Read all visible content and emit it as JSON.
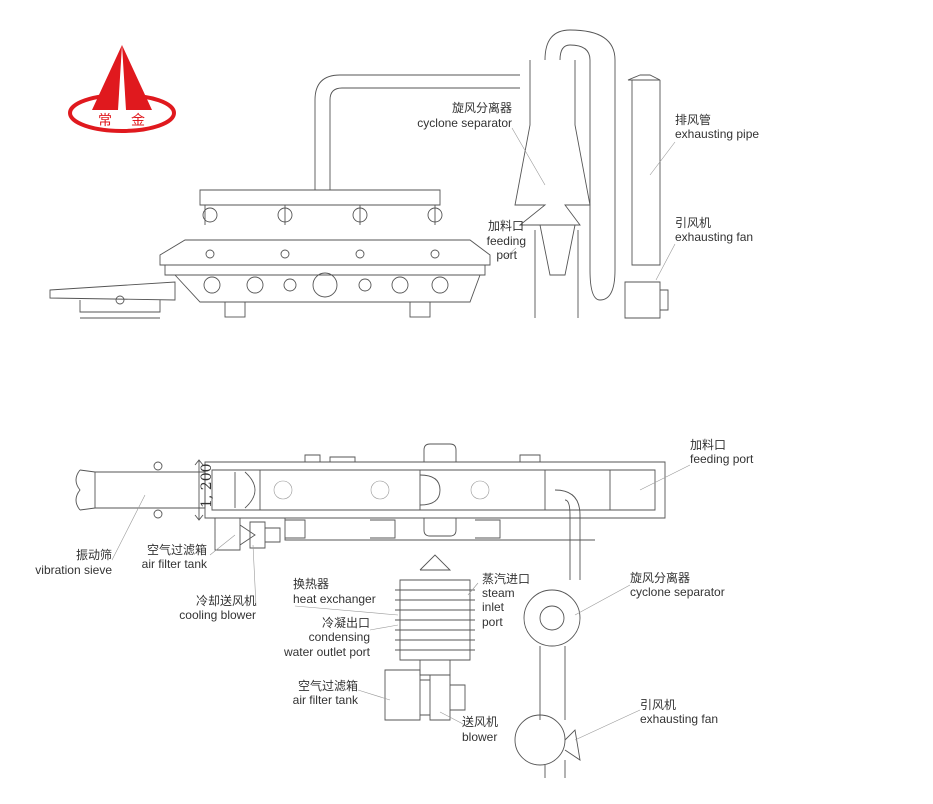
{
  "logo": {
    "text_1": "常",
    "text_2": "金",
    "color": "#e0191e"
  },
  "elevation_view": {
    "cyclone_separator": {
      "cn": "旋风分离器",
      "en": "cyclone separator"
    },
    "exhausting_pipe": {
      "cn": "排风管",
      "en": "exhausting pipe"
    },
    "exhausting_fan": {
      "cn": "引风机",
      "en": "exhausting fan"
    },
    "feeding_port": {
      "cn": "加料口",
      "en_1": "feeding",
      "en_2": "port"
    }
  },
  "plan_view": {
    "dimension": "1, 200",
    "feeding_port": {
      "cn": "加料口",
      "en": "feeding port"
    },
    "vibration_sieve": {
      "cn": "振动筛",
      "en": "vibration sieve"
    },
    "air_filter_tank_1": {
      "cn": "空气过滤箱",
      "en": "air filter tank"
    },
    "cooling_blower": {
      "cn": "冷却送风机",
      "en": "cooling blower"
    },
    "heat_exchanger": {
      "cn": "换热器",
      "en": "heat exchanger"
    },
    "condensing_port": {
      "cn": "冷凝出口",
      "en_1": "condensing",
      "en_2": "water outlet port"
    },
    "steam_inlet": {
      "cn": "蒸汽进口",
      "en_1": "steam",
      "en_2": "inlet",
      "en_3": "port"
    },
    "cyclone_separator": {
      "cn": "旋风分离器",
      "en": "cyclone separator"
    },
    "air_filter_tank_2": {
      "cn": "空气过滤箱",
      "en": "air filter tank"
    },
    "blower": {
      "cn": "送风机",
      "en": "blower"
    },
    "exhausting_fan": {
      "cn": "引风机",
      "en": "exhausting fan"
    }
  }
}
